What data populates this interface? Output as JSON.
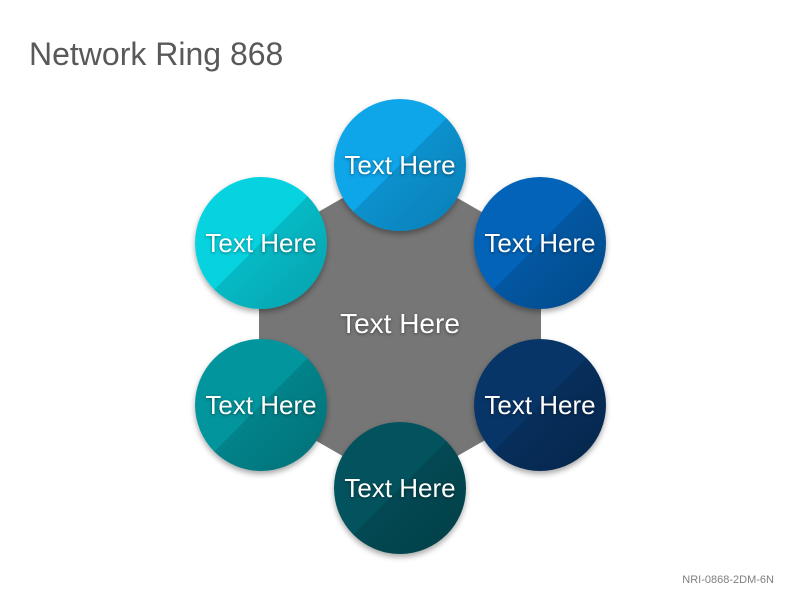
{
  "title": "Network Ring 868",
  "center": {
    "label": "Text Here",
    "color": "#767676"
  },
  "nodes": [
    {
      "label": "Text Here",
      "color": "#0ea5e9",
      "shade": "#0a8fcf"
    },
    {
      "label": "Text Here",
      "color": "#0363b8",
      "shade": "#02539c"
    },
    {
      "label": "Text Here",
      "color": "#083567",
      "shade": "#062b55"
    },
    {
      "label": "Text Here",
      "color": "#03535f",
      "shade": "#02474f"
    },
    {
      "label": "Text Here",
      "color": "#02959d",
      "shade": "#017f86"
    },
    {
      "label": "Text Here",
      "color": "#07d3e0",
      "shade": "#06b6c4"
    }
  ],
  "footer": "NRI-0868-2DM-6N"
}
